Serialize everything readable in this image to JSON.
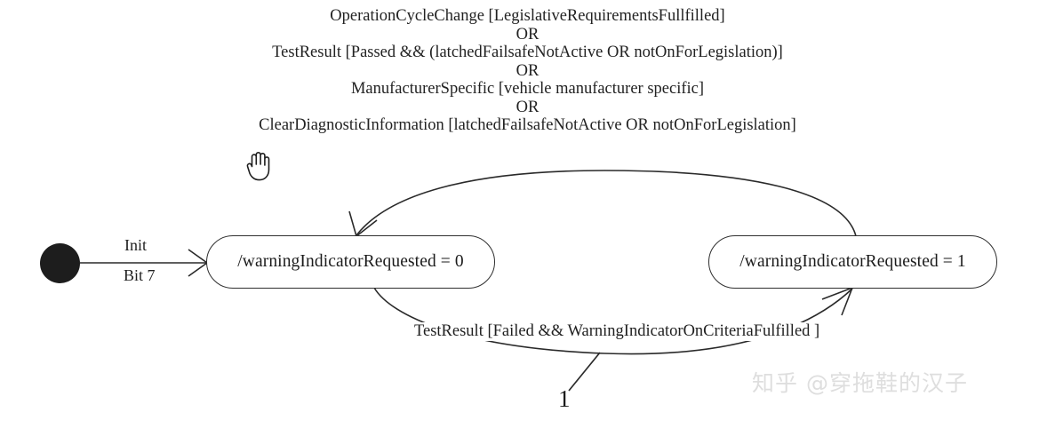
{
  "diagram": {
    "type": "uml-state-machine",
    "title": "Warning Indicator Requested state machine",
    "background_color": "#ffffff",
    "line_color": "#2a2a2a",
    "text_color": "#1b1b1b"
  },
  "initial": {
    "node_name": "initial-pseudostate",
    "color": "#1d1d1d",
    "trigger_label": "Init",
    "bit_label": "Bit 7"
  },
  "states": [
    {
      "id": "state-off",
      "label": "/warningIndicatorRequested = 0"
    },
    {
      "id": "state-on",
      "label": "/warningIndicatorRequested = 1"
    }
  ],
  "transitions": {
    "on_to_off": {
      "name": "transition-on-to-off",
      "guard_lines": [
        "OperationCycleChange [LegislativeRequirementsFullfilled]",
        "OR",
        "TestResult [Passed && (latchedFailsafeNotActive OR notOnForLegislation)]",
        "OR",
        "ManufacturerSpecific [vehicle manufacturer specific]",
        "OR",
        "ClearDiagnosticInformation [latchedFailsafeNotActive OR notOnForLegislation]"
      ]
    },
    "off_to_on": {
      "name": "transition-off-to-on",
      "label": "TestResult [Failed && WarningIndicatorOnCriteriaFulfilled ]"
    }
  },
  "annotations": {
    "callout_number": "1"
  },
  "watermark": {
    "text": "知乎 @穿拖鞋的汉子",
    "color": "#dedede"
  },
  "cursor": {
    "icon_name": "open-hand-cursor"
  }
}
